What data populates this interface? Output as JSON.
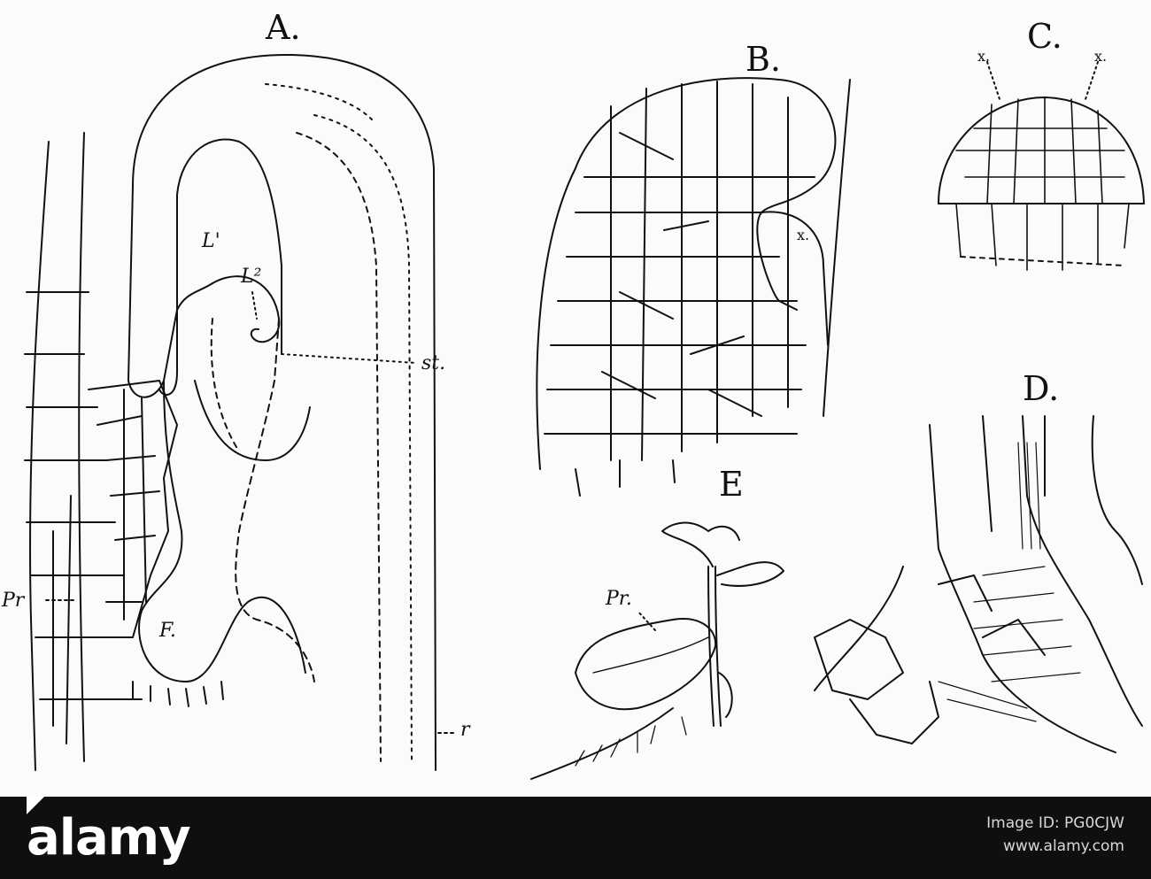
{
  "figure": {
    "panels": {
      "A": "A.",
      "B": "B.",
      "C": "C.",
      "D": "D.",
      "E": "E"
    },
    "labels": {
      "L1": "L'",
      "L2": "L²",
      "st": "st.",
      "Pr_A": "Pr",
      "F": "F.",
      "r": "r",
      "x_B": "x.",
      "x_C_left": "x.",
      "x_C_right": "x.",
      "Pr_E": "Pr."
    }
  },
  "footer": {
    "brand": "alamy",
    "image_id_label": "Image ID: PG0CJW",
    "site": "www.alamy.com"
  },
  "colors": {
    "ink": "#111111",
    "paper": "#fbfbfa",
    "footer_bg": "#0f0f12"
  }
}
